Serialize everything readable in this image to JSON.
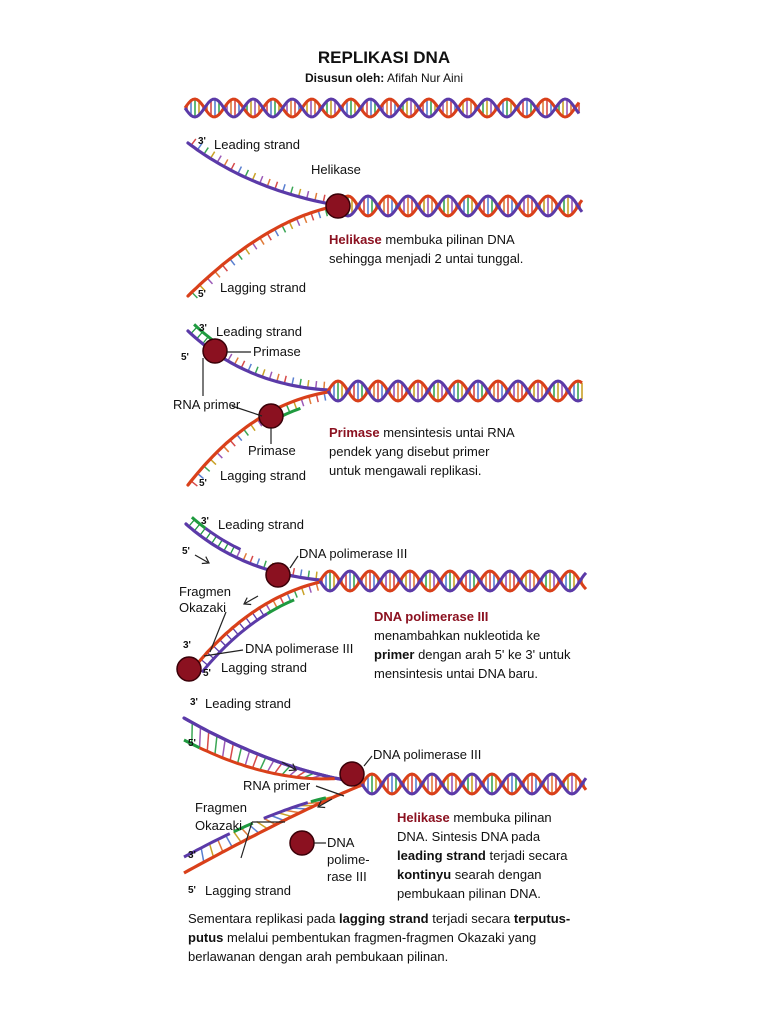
{
  "header": {
    "title": "REPLIKASI DNA",
    "author_label": "Disusun oleh:",
    "author_name": "Afifah Nur Aini"
  },
  "colors": {
    "top_strand": "#5b3aa8",
    "bottom_strand": "#d9401a",
    "new_strand": "#1f9a3f",
    "enzyme": "#8b1120",
    "highlight": "#8b1120"
  },
  "panels": [
    {
      "labels": {
        "three_prime": "3'",
        "five_prime": "5'",
        "leading": "Leading strand",
        "lagging": "Lagging strand",
        "enzyme": "Helikase"
      },
      "description": {
        "highlight": "Helikase",
        "line1_rest": " membuka pilinan DNA",
        "line2": "sehingga menjadi 2 untai tunggal."
      }
    },
    {
      "labels": {
        "three_prime": "3'",
        "five_prime_top": "5'",
        "five_prime_bottom": "5'",
        "leading": "Leading strand",
        "lagging": "Lagging strand",
        "primase_top": "Primase",
        "primase_bottom": "Primase",
        "rna_primer": "RNA primer"
      },
      "description": {
        "highlight": "Primase",
        "line1_rest": " mensintesis untai RNA",
        "line2": "pendek yang disebut primer",
        "line3": "untuk mengawali replikasi."
      }
    },
    {
      "labels": {
        "three_prime_top": "3'",
        "five_prime_top": "5'",
        "three_prime_bottom": "3'",
        "five_prime_bottom": "5'",
        "leading": "Leading strand",
        "lagging": "Lagging strand",
        "pol_top": "DNA polimerase III",
        "pol_bottom": "DNA polimerase III",
        "fragmen_line1": "Fragmen",
        "fragmen_line2": "Okazaki"
      },
      "description": {
        "highlight": "DNA polimerase III",
        "line2": "menambahkan nukleotida ke",
        "line3_bold": "primer",
        "line3_rest": " dengan arah 5' ke 3' untuk",
        "line4": "mensintesis untai DNA baru."
      }
    },
    {
      "labels": {
        "three_prime_top": "3'",
        "five_prime_top": "5'",
        "three_prime_bottom": "3'",
        "five_prime_bottom": "5'",
        "leading": "Leading strand",
        "lagging": "Lagging strand",
        "pol_top": "DNA polimerase III",
        "rna_primer": "RNA primer",
        "fragmen_line1": "Fragmen",
        "fragmen_line2": "Okazaki",
        "pol_bottom_line1": "DNA",
        "pol_bottom_line2": "polime-",
        "pol_bottom_line3": "rase III"
      },
      "description": {
        "highlight": "Helikase",
        "line1_rest": " membuka pilinan",
        "line2": "DNA. Sintesis DNA pada",
        "line3_bold": "leading strand",
        "line3_rest": " terjadi secara",
        "line4_bold": "kontinyu",
        "line4_rest": " searah dengan",
        "line5": "pembukaan pilinan DNA."
      }
    }
  ],
  "footer": {
    "p1": "Sementara replikasi pada ",
    "b1": "lagging strand",
    "p2": " terjadi secara ",
    "b2": "terputus-putus",
    "p3": " melalui pembentukan fragmen-fragmen Okazaki yang berlawanan dengan arah pembukaan pilinan."
  }
}
